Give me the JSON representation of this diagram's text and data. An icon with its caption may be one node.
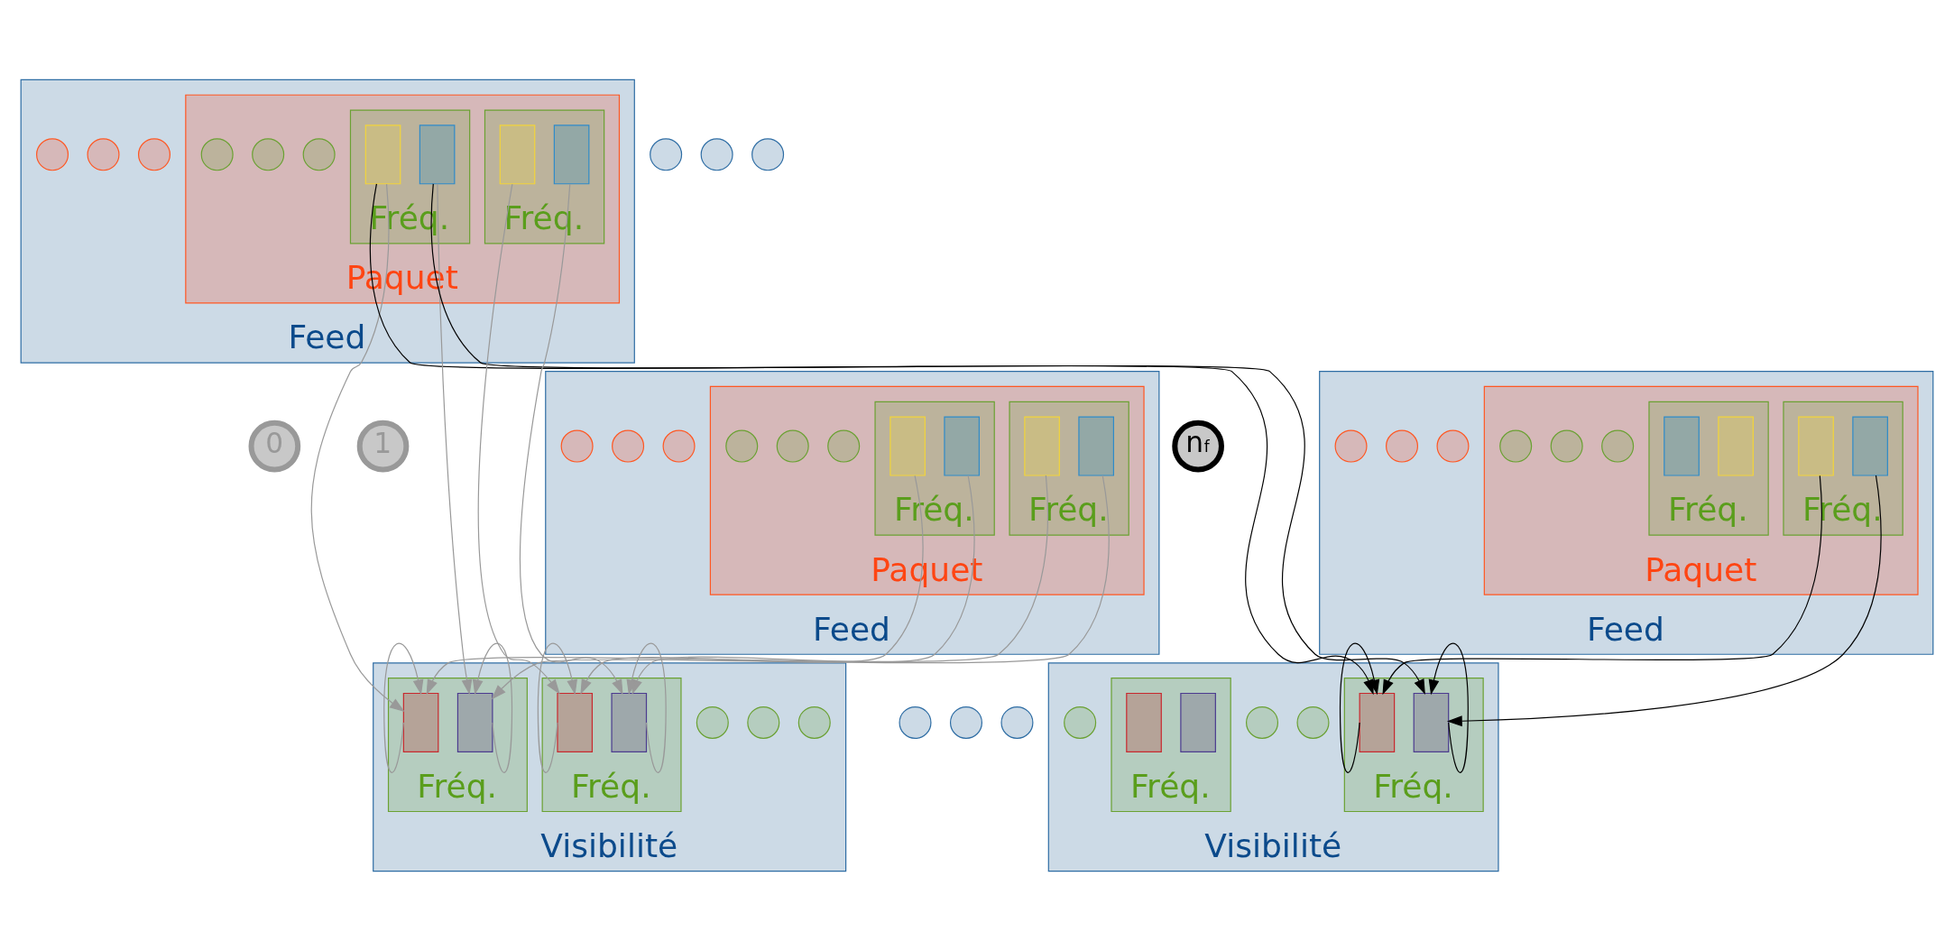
{
  "diagram": {
    "nodes": [
      {
        "text": [
          "Feed"
        ]
      },
      {
        "text": [
          "Paquet"
        ],
        "in": 0
      },
      {
        "text": [
          "Fréq."
        ],
        "in": 1
      },
      {
        "text": [],
        "shape": "box",
        "in": 2
      },
      {
        "text": [],
        "shape": "box",
        "in": 2
      },
      {
        "text": [
          "Fréq."
        ],
        "in": 1
      },
      {
        "text": [],
        "shape": "box",
        "in": 5
      },
      {
        "text": [],
        "shape": "box",
        "in": 5
      },
      {
        "text": [],
        "shape": "circle",
        "in": 1
      },
      {
        "text": [],
        "shape": "circle",
        "in": 1
      },
      {
        "text": [],
        "shape": "circle",
        "in": 1
      },
      {
        "text": [],
        "shape": "circle",
        "in": 0
      },
      {
        "text": [],
        "shape": "circle",
        "in": 0
      },
      {
        "text": [],
        "shape": "circle",
        "in": 0
      },
      {
        "text": [
          "Feed"
        ]
      },
      {
        "text": [
          "Paquet"
        ],
        "in": 14
      },
      {
        "text": [
          "Fréq."
        ],
        "in": 15
      },
      {
        "text": [],
        "shape": "box",
        "in": 16
      },
      {
        "text": [],
        "shape": "box",
        "in": 16
      },
      {
        "text": [
          "Fréq."
        ],
        "in": 15
      },
      {
        "text": [],
        "shape": "box",
        "in": 19
      },
      {
        "text": [],
        "shape": "box",
        "in": 19
      },
      {
        "text": [],
        "shape": "circle",
        "in": 15
      },
      {
        "text": [],
        "shape": "circle",
        "in": 15
      },
      {
        "text": [],
        "shape": "circle",
        "in": 15
      },
      {
        "text": [],
        "shape": "circle",
        "in": 14
      },
      {
        "text": [],
        "shape": "circle",
        "in": 14
      },
      {
        "text": [],
        "shape": "circle",
        "in": 14
      },
      {
        "text": [
          "Feed"
        ]
      },
      {
        "text": [
          "Paquet"
        ],
        "in": 28
      },
      {
        "text": [
          "Fréq."
        ],
        "in": 29
      },
      {
        "text": [],
        "shape": "box",
        "in": 30
      },
      {
        "text": [],
        "shape": "box",
        "in": 30
      },
      {
        "text": [
          "Fréq."
        ],
        "in": 29
      },
      {
        "text": [],
        "shape": "box",
        "in": 33
      },
      {
        "text": [],
        "shape": "box",
        "in": 33
      },
      {
        "text": [],
        "shape": "circle",
        "in": 29
      },
      {
        "text": [],
        "shape": "circle",
        "in": 29
      },
      {
        "text": [],
        "shape": "circle",
        "in": 29
      },
      {
        "text": [],
        "shape": "circle",
        "in": 28
      },
      {
        "text": [],
        "shape": "circle",
        "in": 28
      },
      {
        "text": [],
        "shape": "circle",
        "in": 28
      },
      {
        "text": [],
        "shape": "circle"
      },
      {
        "text": [],
        "shape": "circle"
      },
      {
        "text": [],
        "shape": "circle"
      },
      {
        "text": [
          "0"
        ]
      },
      {
        "text": [
          "1"
        ]
      },
      {
        "text": [
          "n$_{f}$"
        ]
      },
      {
        "text": [
          "Visibilité"
        ]
      },
      {
        "text": [
          "Fréq."
        ],
        "in": 48
      },
      {
        "text": [],
        "shape": "box",
        "in": 49
      },
      {
        "text": [],
        "shape": "box",
        "in": 49
      },
      {
        "text": [
          "Fréq."
        ],
        "in": 48
      },
      {
        "text": [],
        "shape": "box",
        "in": 52
      },
      {
        "text": [],
        "shape": "box",
        "in": 52
      },
      {
        "text": [],
        "shape": "circle",
        "in": 48
      },
      {
        "text": [],
        "shape": "circle",
        "in": 48
      },
      {
        "text": [],
        "shape": "circle",
        "in": 48
      },
      {
        "text": [
          "Visibilité"
        ]
      },
      {
        "text": [
          "Fréq."
        ],
        "in": 58
      },
      {
        "text": [],
        "shape": "box",
        "in": 59
      },
      {
        "text": [],
        "shape": "box",
        "in": 59
      },
      {
        "text": [
          "Fréq."
        ],
        "in": 58
      },
      {
        "text": [],
        "shape": "box",
        "in": 62
      },
      {
        "text": [],
        "shape": "box",
        "in": 62
      },
      {
        "text": [],
        "shape": "circle",
        "in": 58
      },
      {
        "text": [],
        "shape": "circle",
        "in": 58
      },
      {
        "text": [],
        "shape": "circle",
        "in": 58
      },
      {
        "text": [],
        "shape": "circle"
      },
      {
        "text": [],
        "shape": "circle"
      },
      {
        "text": [],
        "shape": "circle"
      }
    ],
    "edges": [
      {
        "from": 3,
        "to": 50,
        "arrow": "to"
      },
      {
        "from": 3,
        "to": 60,
        "arrow": "to",
        "color": "#000000"
      },
      {
        "from": 4,
        "to": 51,
        "arrow": "to"
      },
      {
        "from": 4,
        "to": 61,
        "arrow": "to",
        "color": "#000000"
      },
      {
        "from": 6,
        "to": 53,
        "arrow": "to"
      },
      {
        "from": 7,
        "to": 54,
        "arrow": "to"
      },
      {
        "from": 17,
        "to": 50,
        "arrow": "to"
      },
      {
        "from": 18,
        "to": 51,
        "arrow": "to"
      },
      {
        "from": 20,
        "to": 53,
        "arrow": "to"
      },
      {
        "from": 21,
        "to": 54,
        "arrow": "to"
      },
      {
        "from": 31,
        "to": 60,
        "arrow": "to",
        "color": "#000000"
      },
      {
        "from": 32,
        "to": 61,
        "arrow": "to",
        "color": "#000000"
      },
      {
        "from": 50,
        "to": 50,
        "arrow": "to"
      },
      {
        "from": 51,
        "to": 51,
        "arrow": "to"
      },
      {
        "from": 53,
        "to": 53,
        "arrow": "to"
      },
      {
        "from": 54,
        "to": 54,
        "arrow": "to"
      },
      {
        "from": 60,
        "to": 60,
        "arrow": "to",
        "color": "#000000"
      },
      {
        "from": 61,
        "to": 61,
        "arrow": "to",
        "color": "#000000"
      }
    ]
  }
}
